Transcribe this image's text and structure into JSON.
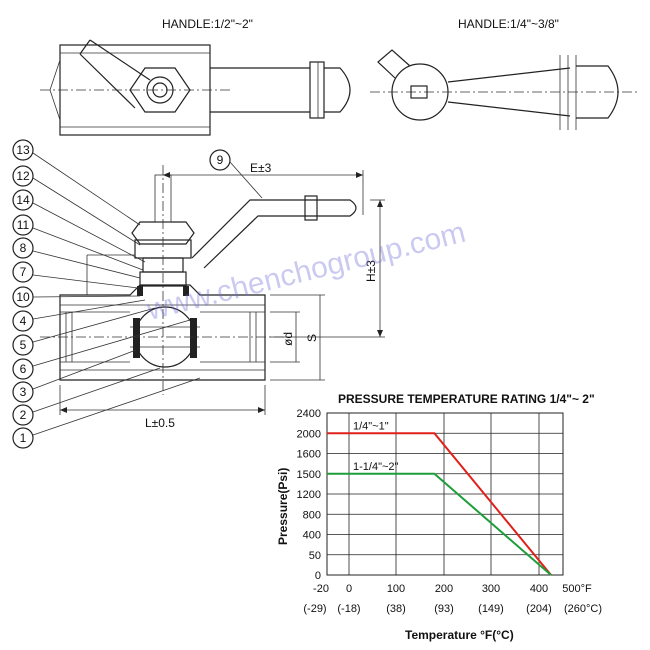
{
  "drawing": {
    "handle_large_label": "HANDLE:1/2\"~2\"",
    "handle_small_label": "HANDLE:1/4\"~3/8\"",
    "dim_e": "E±3",
    "dim_h": "H±3",
    "dim_s": "S",
    "dim_d": "ød",
    "dim_l": "L±0.5",
    "watermark": "www.chenchogroup.com",
    "part_numbers": [
      "13",
      "12",
      "14",
      "11",
      "8",
      "7",
      "10",
      "4",
      "5",
      "6",
      "3",
      "2",
      "1",
      "9"
    ]
  },
  "chart_data": {
    "type": "line",
    "title": "PRESSURE TEMPERATURE RATING 1/4\"~ 2\"",
    "xlabel": "Temperature °F(°C)",
    "ylabel": "Pressure(Psi)",
    "x_ticks_f": [
      "-20",
      "0",
      "100",
      "200",
      "300",
      "400",
      "500°F"
    ],
    "x_ticks_c": [
      "(-29)",
      "(-18)",
      "(38)",
      "(93)",
      "(149)",
      "(204)",
      "(260°C)"
    ],
    "y_ticks": [
      "0",
      "50",
      "400",
      "800",
      "1200",
      "1500",
      "1600",
      "2000",
      "2400"
    ],
    "grid": true,
    "colors": {
      "series1": "#e0201b",
      "series2": "#1e9e3a"
    },
    "series": [
      {
        "name": "1/4\"~1\"",
        "x": [
          -20,
          180,
          450
        ],
        "y": [
          2000,
          2000,
          0
        ]
      },
      {
        "name": "1-1/4\"~2\"",
        "x": [
          -20,
          180,
          450
        ],
        "y": [
          1500,
          1500,
          0
        ]
      }
    ]
  }
}
